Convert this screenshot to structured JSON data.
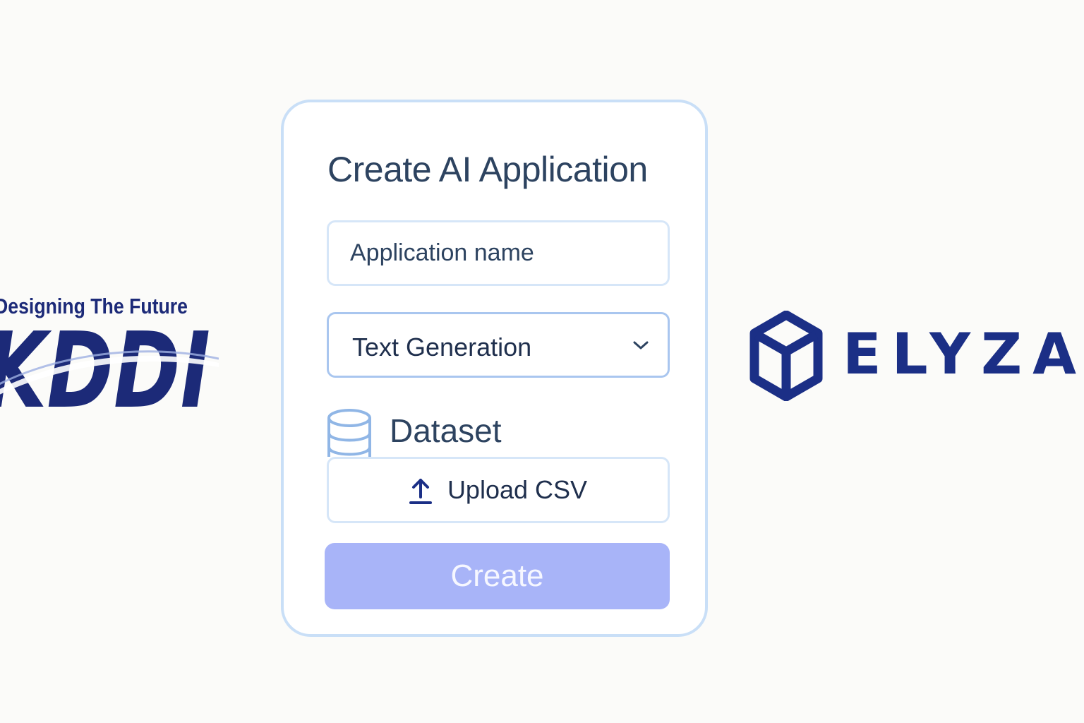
{
  "logos": {
    "kddi": {
      "tagline": "Designing The Future",
      "wordmark": "KDDI",
      "icon": "kddi-wordmark-icon",
      "color": "#1c2a78"
    },
    "elyza": {
      "wordmark": "ELYZA",
      "icon": "hexagon-cube-icon",
      "color": "#1b2f86"
    }
  },
  "form": {
    "title": "Create AI Application",
    "name_field": {
      "placeholder": "Application name",
      "value": ""
    },
    "type_select": {
      "selected": "Text Generation",
      "icon": "chevron-down-icon"
    },
    "dataset": {
      "label": "Dataset",
      "icon": "database-icon",
      "upload_label": "Upload CSV",
      "upload_icon": "upload-icon"
    },
    "create_label": "Create"
  },
  "colors": {
    "background": "#fbfbf9",
    "card_border": "#c9dff7",
    "text": "#2d4360",
    "select_border": "#a9c6ef",
    "create_button": "#a8b4f8",
    "brand_blue": "#1b2f86"
  }
}
